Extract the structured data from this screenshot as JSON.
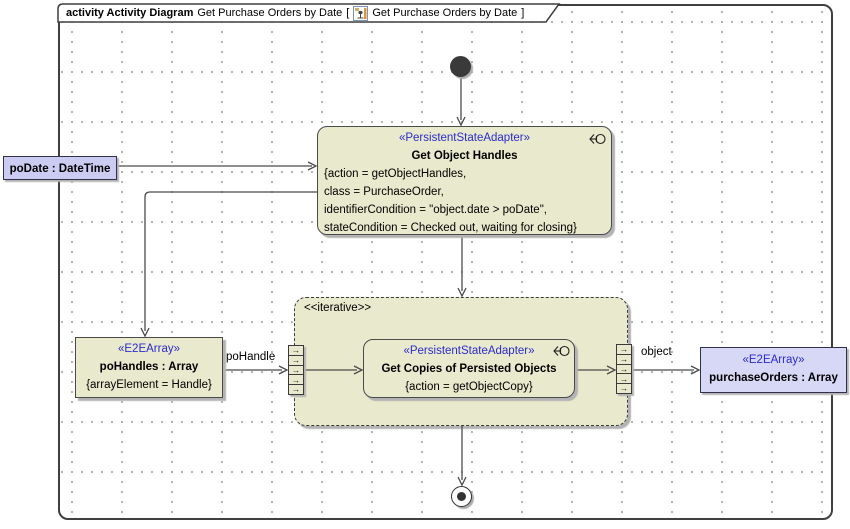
{
  "frame_title": {
    "keyword": "activity Activity Diagram",
    "diagram_name": "Get Purchase Orders by Date",
    "bracket_open": "[",
    "ref_name": "Get Purchase Orders by Date",
    "bracket_close": "]"
  },
  "nodes": {
    "get_object_handles": {
      "stereotype": "«PersistentStateAdapter»",
      "name": "Get Object Handles",
      "constraints": [
        "{action = getObjectHandles,",
        "class = PurchaseOrder,",
        "identifierCondition = \"object.date > poDate\",",
        "stateCondition = Checked out, waiting for closing}"
      ]
    },
    "po_date_pin": {
      "label": "poDate : DateTime"
    },
    "po_handles": {
      "stereotype": "«E2EArray»",
      "name": "poHandles : Array",
      "constraint": "{arrayElement = Handle}"
    },
    "iterative_region": {
      "keyword": "<<iterative>>"
    },
    "get_copies": {
      "stereotype": "«PersistentStateAdapter»",
      "name": "Get Copies of Persisted Objects",
      "constraint": "{action = getObjectCopy}"
    },
    "purchase_orders": {
      "stereotype": "«E2EArray»",
      "name": "purchaseOrders : Array"
    },
    "expansion_cell_arrow": "→"
  },
  "edges": {
    "po_handle_label": "poHandle",
    "object_label": "object"
  },
  "colors": {
    "action_fill": "#e9e9cd",
    "object_fill_left": "#ccccf2",
    "object_fill_right": "#d7d7f6",
    "stereotype_text": "#2b2bd0",
    "line": "#4a4a4a",
    "shadow": "#b3b3b3"
  }
}
